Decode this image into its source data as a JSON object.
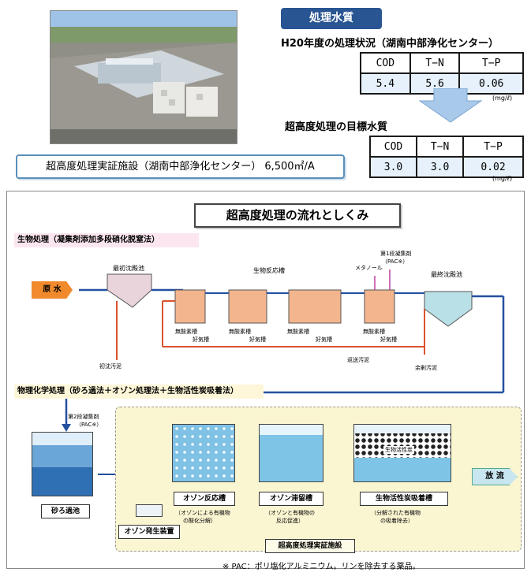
{
  "photo": {
    "caption": "超高度処理実証施設（湖南中部浄化センター） 6,500㎡/A"
  },
  "quality": {
    "title": "処理水質",
    "current_heading": "H20年度の処理状況（湖南中部浄化センター）",
    "current_table": {
      "headers": [
        "COD",
        "T−N",
        "T−P"
      ],
      "values": [
        "5.4",
        "5.6",
        "0.06"
      ]
    },
    "unit": "(mg/ℓ)",
    "target_heading": "超高度処理の目標水質",
    "target_table": {
      "headers": [
        "COD",
        "T−N",
        "T−P"
      ],
      "values": [
        "3.0",
        "3.0",
        "0.02"
      ]
    }
  },
  "flow": {
    "title": "超高度処理の流れとしくみ",
    "bio_section": "生物処理（凝集剤添加多段硝化脱窒法）",
    "chem_section": "物理化学処理（砂ろ過法＋オゾン処理法＋生物活性炭吸着法）",
    "raw_water": "原 水",
    "first_settling": "最初沈殿池",
    "bio_reactor": "生物反応槽",
    "final_settling": "最終沈殿池",
    "methanol": "メタノール",
    "coagulant1": "第1段凝集剤",
    "coagulant1_sub": "（PAC※）",
    "anaerobic": "無酸素槽",
    "aerobic": "好気槽",
    "first_sludge": "初沈汚泥",
    "return_sludge": "返送汚泥",
    "excess_sludge": "余剰汚泥",
    "coagulant2": "第2段凝集剤",
    "coagulant2_sub": "（PAC※）",
    "sand_filter": "砂ろ過池",
    "ozone_reactor": "オゾン反応槽",
    "ozone_reactor_note1": "（オゾンによる有機物",
    "ozone_reactor_note2": "の酸化分解）",
    "ozone_retention": "オゾン滞留槽",
    "ozone_retention_note1": "（オゾンと有機物の",
    "ozone_retention_note2": "反応促進）",
    "bac": "生物活性炭吸着槽",
    "bac_note1": "（分解された有機物",
    "bac_note2": "の吸着除去）",
    "bac_inner": "生物活性炭",
    "ozone_gen": "オゾン発生装置",
    "discharge": "放 流",
    "facility_label": "超高度処理実証施設",
    "footnote": "※ PAC：ポリ塩化アルミニウム。リンを除去する薬品。"
  },
  "colors": {
    "navy": "#2a5593",
    "orange": "#f08a2c",
    "sludge": "#d9532b",
    "water": "#2450a0"
  }
}
